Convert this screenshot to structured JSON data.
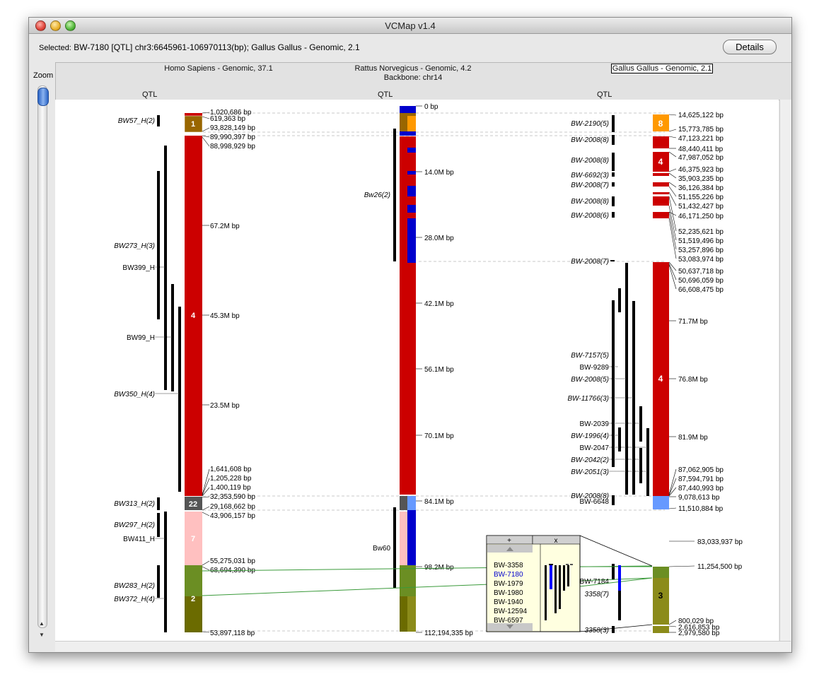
{
  "window": {
    "title": "VCMap v1.4"
  },
  "selection": {
    "label": "Selected:",
    "text": "BW-7180 [QTL] chr3:6645961-106970113(bp); Gallus Gallus - Genomic, 2.1"
  },
  "toolbar": {
    "details_label": "Details"
  },
  "zoom": {
    "label": "Zoom"
  },
  "columns": [
    {
      "species": "Homo Sapiens - Genomic, 37.1",
      "sub": "",
      "qtl": "QTL"
    },
    {
      "species": "Rattus Norvegicus - Genomic, 4.2",
      "sub": "Backbone: chr14",
      "qtl": "QTL"
    },
    {
      "species": "Gallus Gallus - Genomic, 2.1",
      "sub": "",
      "qtl": "QTL"
    }
  ],
  "human": {
    "blocks": [
      {
        "from": "#a0522d",
        "to": "#a0522d",
        "color": "#cc0000",
        "label": ""
      },
      {
        "color": "#996600",
        "label": "1"
      },
      {
        "color": "#cc0000",
        "label": "4"
      },
      {
        "color": "#444444",
        "label": "22"
      },
      {
        "color": "#ffc0c0",
        "label": "7"
      },
      {
        "color": "#6b8e23",
        "label": "2"
      }
    ],
    "positions": [
      "1,020,686 bp",
      "619,363 bp",
      "93,828,149 bp",
      "89,990,397 bp",
      "88,998,929 bp",
      "67.2M bp",
      "45.3M bp",
      "23.5M bp",
      "1,641,608 bp",
      "1,205,228 bp",
      "1,400,119 bp",
      "32,353,590 bp",
      "29,168,662 bp",
      "43,906,157 bp",
      "55,275,031 bp",
      "68,694,390 bp",
      "53,897,118 bp"
    ],
    "qtls": [
      "BW57_H(2)",
      "BW273_H(3)",
      "BW399_H",
      "BW99_H",
      "BW350_H(4)",
      "BW313_H(2)",
      "BW297_H(2)",
      "BW411_H",
      "BW283_H(2)",
      "BW372_H(4)"
    ]
  },
  "rat": {
    "positions": [
      "0 bp",
      "14.0M bp",
      "28.0M bp",
      "42.1M bp",
      "56.1M bp",
      "70.1M bp",
      "84.1M bp",
      "98.2M bp",
      "112,194,335 bp"
    ],
    "qtls": [
      "Bw26(2)",
      "Bw60"
    ]
  },
  "chicken": {
    "block_labels": [
      "8",
      "4",
      "4",
      "3"
    ],
    "positions": [
      "14,625,122 bp",
      "15,773,785 bp",
      "47,123,221 bp",
      "48,440,411 bp",
      "47,987,052 bp",
      "46,375,923 bp",
      "35,903,235 bp",
      "36,126,384 bp",
      "51,155,226 bp",
      "51,432,427 bp",
      "46,171,250 bp",
      "52,235,621 bp",
      "51,519,496 bp",
      "53,257,896 bp",
      "53,083,974 bp",
      "50,637,718 bp",
      "50,696,059 bp",
      "66,608,475 bp",
      "71.7M bp",
      "76.8M bp",
      "81.9M bp",
      "87,062,905 bp",
      "87,594,791 bp",
      "87,440,993 bp",
      "9,078,613 bp",
      "11,510,884 bp",
      "83,033,937 bp",
      "11,254,500 bp",
      "800,029 bp",
      "2,616,853 bp",
      "2,979,580 bp"
    ],
    "qtls": [
      "BW-2190(5)",
      "BW-2008(8)",
      "BW-2008(8)",
      "BW-6692(3)",
      "BW-2008(7)",
      "BW-2008(8)",
      "BW-2008(6)",
      "BW-2008(7)",
      "BW-7157(5)",
      "BW-9289",
      "BW-2008(5)",
      "BW-11766(3)",
      "BW-2039",
      "BW-1996(4)",
      "BW-2047",
      "BW-2042(2)",
      "BW-2051(3)",
      "BW-2008(8)",
      "BW-6648",
      "BW-7184",
      "3358(7)",
      "3358(3)"
    ]
  },
  "popup": {
    "plus": "+",
    "close": "x",
    "items": [
      "BW-3358",
      "BW-7180",
      "BW-1979",
      "BW-1980",
      "BW-1940",
      "BW-12594",
      "BW-6597"
    ],
    "selected_index": 1
  },
  "colors": {
    "red": "#cc0000",
    "blue": "#0000cc",
    "olive": "#6b8e23",
    "brown": "#996600",
    "orange": "#ff9900",
    "pink": "#ffc0c0",
    "dark": "#555555",
    "lightblue": "#6699ff"
  }
}
